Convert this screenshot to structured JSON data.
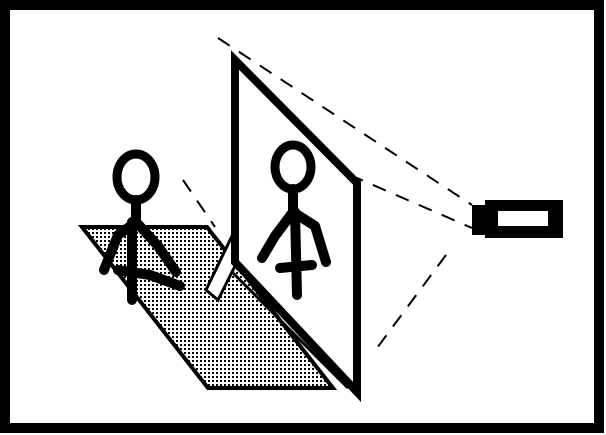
{
  "diagram": {
    "elements": [
      "outer-frame",
      "shaded-floor-panel",
      "standing-stick-figure",
      "tilted-mirror-panel",
      "reflected-stick-figure",
      "projector",
      "dashed-projection-lines",
      "small-handheld-card"
    ]
  },
  "colors": {
    "ink": "#000000",
    "paper": "#ffffff"
  }
}
